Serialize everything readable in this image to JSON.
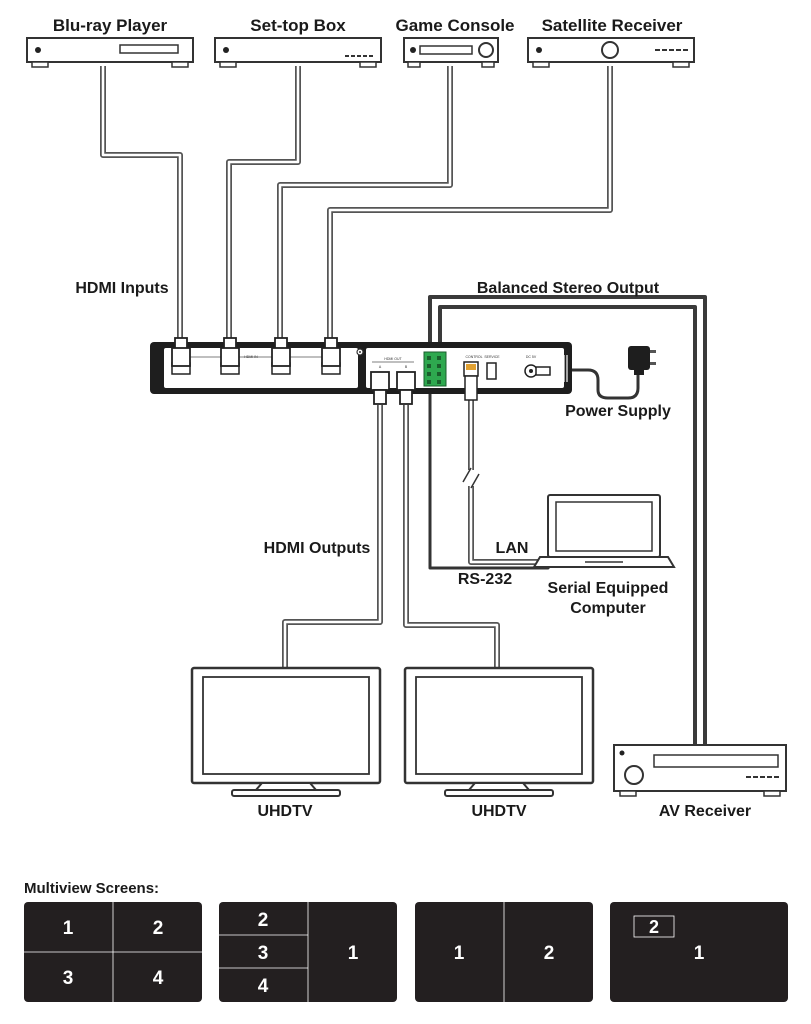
{
  "devices": {
    "bluray": "Blu-ray Player",
    "settop": "Set-top Box",
    "game": "Game Console",
    "satellite": "Satellite Receiver",
    "power": "Power Supply",
    "computer_line1": "Serial Equipped",
    "computer_line2": "Computer",
    "tv1": "UHDTV",
    "tv2": "UHDTV",
    "avr": "AV Receiver"
  },
  "connections": {
    "hdmi_inputs": "HDMI Inputs",
    "hdmi_outputs": "HDMI Outputs",
    "balanced_stereo": "Balanced Stereo Output",
    "lan": "LAN",
    "rs232": "RS-232"
  },
  "panel": {
    "hdmi_in": "HDMI IN",
    "hdmi_out": "HDMI OUT",
    "out_a": "A",
    "out_b": "B",
    "control": "CONTROL",
    "service": "SERVICE",
    "dc": "DC 5V"
  },
  "multiview": {
    "title": "Multiview Screens:",
    "layout1": [
      "1",
      "2",
      "3",
      "4"
    ],
    "layout2": [
      "2",
      "3",
      "4",
      "1"
    ],
    "layout3": [
      "1",
      "2"
    ],
    "layout4": [
      "2",
      "1"
    ]
  },
  "colors": {
    "panel_fill": "#1e1e1e",
    "connector_green": "#2ea84f",
    "cable": "#555555"
  }
}
